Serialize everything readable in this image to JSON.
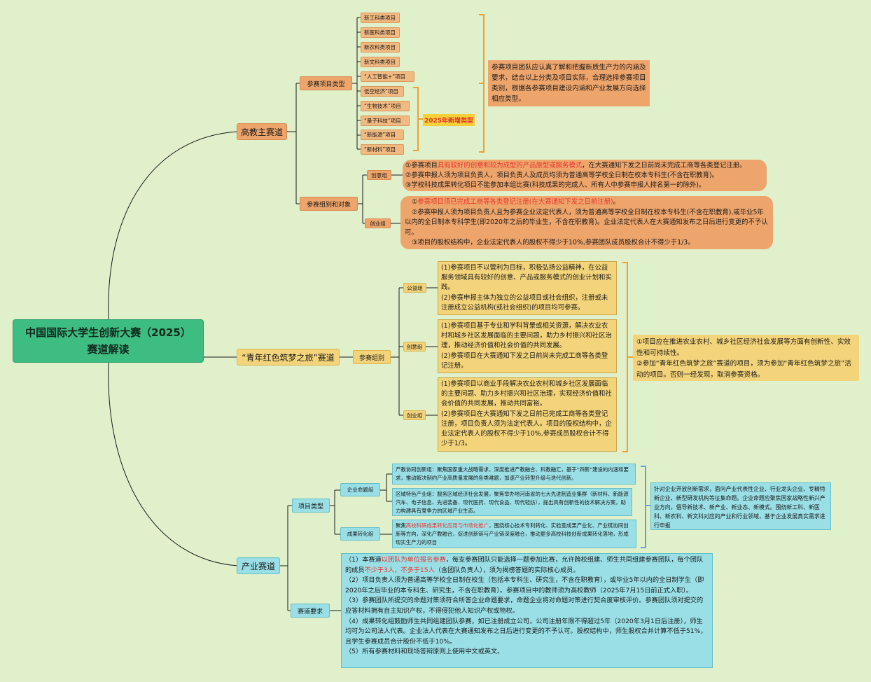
{
  "root": {
    "line1": "中国国际大学生创新大赛（2025）",
    "line2": "赛道解读"
  },
  "gaojiao": {
    "label": "高教主赛道",
    "types_label": "参赛项目类型",
    "types": [
      "新工科类项目",
      "新医科类项目",
      "新农科类项目",
      "新文科类项目",
      "“人工智能+”项目",
      "低空经济”项目",
      "“生物技术”项目",
      "“量子科技”项目",
      "“新能源”项目",
      "“新材料”项目"
    ],
    "new_tag": "2025年新增类型",
    "types_note": "参赛项目团队应认真了解和把握新质生产力的内涵及要求，结合以上分类及项目实际，合理选择参赛项目类别，根据各参赛项目建设内涵和产业发展方向选择相应类型。",
    "groups_label": "参赛组别和对象",
    "chuangyi_label": "创意组",
    "chuangyi": {
      "l1_pre": "①参赛项目",
      "l1_red": "具有较好的创意和较为成型的产品原型或服务模式",
      "l1_post": "，在大赛通知下发之日前尚未完成工商等各类登记注册。",
      "l2": "②参赛申报人须为项目负责人，项目负责人及成员均须为普通高等学校全日制在校本专科生(不含在职教育)。",
      "l3": "③学校科技成果转化项目不能参加本组比赛(科技成果的完成人、所有人中参赛申报人排名第一的除外)。"
    },
    "chuangye_label": "创业组",
    "chuangye": {
      "l1_pre": "①",
      "l1_red": "参赛项目须已完成工商等各类登记注册(在大赛通知下发之日前注册)",
      "l1_post": "。",
      "l2": "②参赛申报人须为项目负责人且为参赛企业法定代表人，须为普通高等学校全日制在校本专科生(不含在职教育),或毕业5年以内的全日制本专科学生(即2020年之后的毕业生，不含在职教育)。企业法定代表人在大赛通知发布之日后进行变更的不予认可。",
      "l3": "③项目的股权结构中，企业法定代表人的股权不得少于10%,参赛团队成员股权合计不得少于1/3。"
    }
  },
  "qingnian": {
    "label": "“青年红色筑梦之旅”赛道",
    "groups_label": "参赛组别",
    "gongyi_label": "公益组",
    "gongyi": [
      "(1)参赛项目不以营利为目标，积极弘扬公益精神，在公益服务领域具有较好的创意、产品或服务模式的创业计划和实践。",
      "(2)参赛申报主体为独立的公益项目或社会组织，注册或未注册成立公益机构(或社会组织)的项目均可参赛。"
    ],
    "chuangyi_label": "创意组",
    "chuangyi": [
      "(1)参赛项目基于专业和学科背景或相关资源，解决农业农村和城乡社区发展面临的主要问题，助力乡村振兴和社区治理，推动经济价值和社会价值的共同发展。",
      "(2)参赛项目在大赛通知下发之日前尚未完成工商等各类登记注册。"
    ],
    "chuangye_label": "创业组",
    "chuangye": [
      "(1)参赛项目以商业手段解决农业农村和城乡社区发展面临的主要问题、助力乡村振兴和社区治理，实现经济价值和社会价值的共同发展，推动共同富裕。",
      "(2)参赛项目在大赛通知下发之日前已完成工商等各类登记注册，项目负责人须为法定代表人。项目的股权结构中，企业法定代表人的股权不得少于10%,参赛成员股权合计不得少于1/3。"
    ],
    "note": [
      "①项目应在推进农业农村、城乡社区经济社会发展等方面有创新性、实效性和可持续性。",
      "②参加“青年红色筑梦之旅”赛道的项目，须为参加“青年红色筑梦之旅”活动的项目。否则一经发现，取消参赛资格。"
    ]
  },
  "chanye": {
    "label": "产业赛道",
    "types_label": "项目类型",
    "qiye_label": "企业命题组",
    "chanjiao": "产教协同创新组：聚焦国家重大战略需求，深度推进产教融合、科教融汇，基于“四新”建设的内涵和要求，推动解决制约产业高质量发展的各类难题，加速产业转型升级与迭代创新。",
    "quyu": "区域特色产业组：服务区域经济社会发展，聚焦举办地河南省的七大先进制造业集群（新材料、新能源汽车、电子信息、先进装备、现代医药、现代食品、现代轻纺），提出具有创新性的技术解决方案，助力构建具有竞争力的区域产业生态。",
    "chengguo_label": "成果转化组",
    "chengguo_pre": "聚焦",
    "chengguo_red": "高校科研成果转化应用与市场化推广",
    "chengguo_post": "，围绕核心技术专利转化、实验室成果产业化、产业链协同创新等方向，深化产教融合，促进创新链与产业链深度融合，推动更多高校科技创新成果转化落地，形成现实生产力的项目",
    "types_note": "针对企业开放创新需求，面向产业代表性企业、行业龙头企业、专精特新企业、新型研发机构等征集命题。企业命题应聚焦国家战略性新兴产业方向，倡导新技术、新产业、新业态、新模式。围绕新工科、新医科、新农科、新文科对应的产业和行业领域，基于企业发展真实需求进行申报",
    "req_label": "赛道要求",
    "req1_pre": "（1）本赛道",
    "req1_red1": "以团队为单位报名参赛",
    "req1_mid": "，每支参赛团队只能选择一题参加比赛，允许跨校组建、师生共同组建参赛团队，每个团队的成员",
    "req1_red2": "不少于3人，不多于15人",
    "req1_post": "（含团队负责人），须为揭榜答题的实际核心成员。",
    "req2": "（2）项目负责人须为普通高等学校全日制在校生（包括本专科生、研究生，不含在职教育），或毕业5年以内的全日制学生（即2020年之后毕业的本专科生、研究生，不含在职教育）。参赛项目中的教师须为高校教师（2025年7月15日前正式入职）。",
    "req3": "（3）参赛团队所提交的命题对策须符合所答企业命题要求，命题企业将对命题对策进行契合度审核评价。参赛团队须对提交的应答材料拥有自主知识产权，不得侵犯他人知识产权或物权。",
    "req4": "（4）成果转化组鼓励师生共同组建团队参赛，如已注册成立公司，公司注册年限不得超过5年（2020年3月1日后注册），师生均可为公司法人代表。企业法人代表在大赛通知发布之日后进行变更的不予认可。股权结构中，师生股权合并计算不低于51%，且学生参赛成员合计股份不低于10%。",
    "req5": "（5）所有参赛材料和现场答辩原则上使用中文或英文。"
  },
  "colors": {
    "background": "#dff0cb",
    "root": "#3dbd82",
    "orange": "#eea56c",
    "yellow": "#f4d47a",
    "cyan": "#9adfe6",
    "accent_red": "#e8352e",
    "bracket": "#f0a030"
  }
}
